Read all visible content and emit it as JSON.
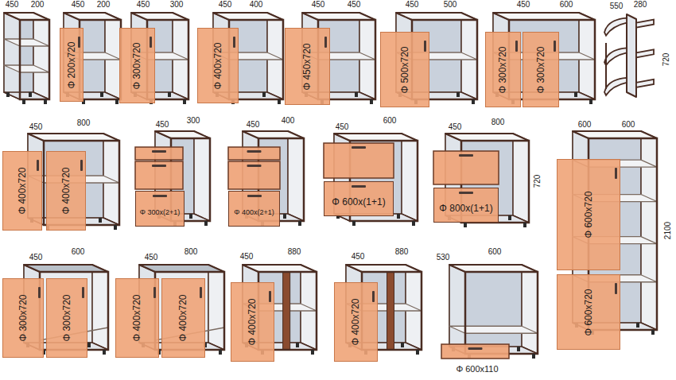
{
  "diagram": {
    "nodes": [
      {
        "text": [
          "Φ 200x720"
        ]
      },
      {
        "text": [
          "Φ 300x720"
        ]
      },
      {
        "text": [
          "Φ 400x720"
        ]
      },
      {
        "text": [
          "Φ 450x720"
        ]
      },
      {
        "text": [
          "Φ 500x720"
        ]
      },
      {
        "text": [
          "Φ 300x720"
        ]
      },
      {
        "text": [
          "Φ 300x720"
        ]
      },
      {
        "text": [
          "Φ 400x720"
        ]
      },
      {
        "text": [
          "Φ 400x720"
        ]
      },
      {
        "text": [
          "Φ 300x(2+1)"
        ]
      },
      {
        "text": [
          "Φ 400x(2+1)"
        ]
      },
      {
        "text": [
          "Φ 600x(1+1)"
        ]
      },
      {
        "text": [
          "Φ 800x(1+1)"
        ]
      },
      {
        "text": [
          "Φ 600x720"
        ]
      },
      {
        "text": [
          "Φ 600x720"
        ]
      },
      {
        "text": [
          "Φ 300x720"
        ]
      },
      {
        "text": [
          "Φ 300x720"
        ]
      },
      {
        "text": [
          "Φ 400x720"
        ]
      },
      {
        "text": [
          "Φ 400x720"
        ]
      },
      {
        "text": [
          "Φ 400x720"
        ]
      },
      {
        "text": [
          "Φ 400x720"
        ]
      }
    ],
    "labels": [
      "450",
      "200",
      "450",
      "200",
      "450",
      "300",
      "450",
      "400",
      "450",
      "450",
      "450",
      "500",
      "450",
      "600",
      "550",
      "280",
      "720",
      "450",
      "800",
      "450",
      "300",
      "450",
      "400",
      "450",
      "600",
      "450",
      "800",
      "720",
      "600",
      "600",
      "2100",
      "450",
      "600",
      "450",
      "800",
      "450",
      "880",
      "450",
      "880",
      "530",
      "600",
      "Φ 600x110"
    ]
  }
}
